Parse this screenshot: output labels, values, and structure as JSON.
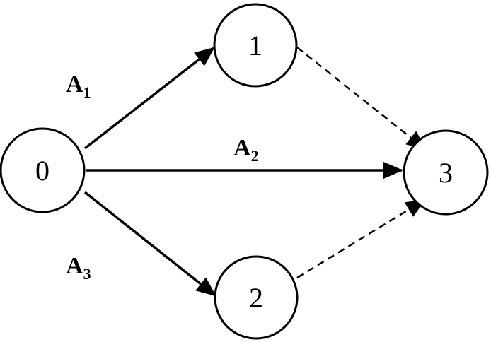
{
  "nodes": [
    {
      "id": "0",
      "label": "0"
    },
    {
      "id": "1",
      "label": "1"
    },
    {
      "id": "2",
      "label": "2"
    },
    {
      "id": "3",
      "label": "3"
    }
  ],
  "edges": [
    {
      "from": "0",
      "to": "1",
      "style": "solid",
      "label": {
        "main": "A",
        "sub": "1"
      }
    },
    {
      "from": "0",
      "to": "3",
      "style": "solid",
      "label": {
        "main": "A",
        "sub": "2"
      }
    },
    {
      "from": "0",
      "to": "2",
      "style": "solid",
      "label": {
        "main": "A",
        "sub": "3"
      }
    },
    {
      "from": "1",
      "to": "3",
      "style": "dashed",
      "label": null
    },
    {
      "from": "2",
      "to": "3",
      "style": "dashed",
      "label": null
    }
  ]
}
